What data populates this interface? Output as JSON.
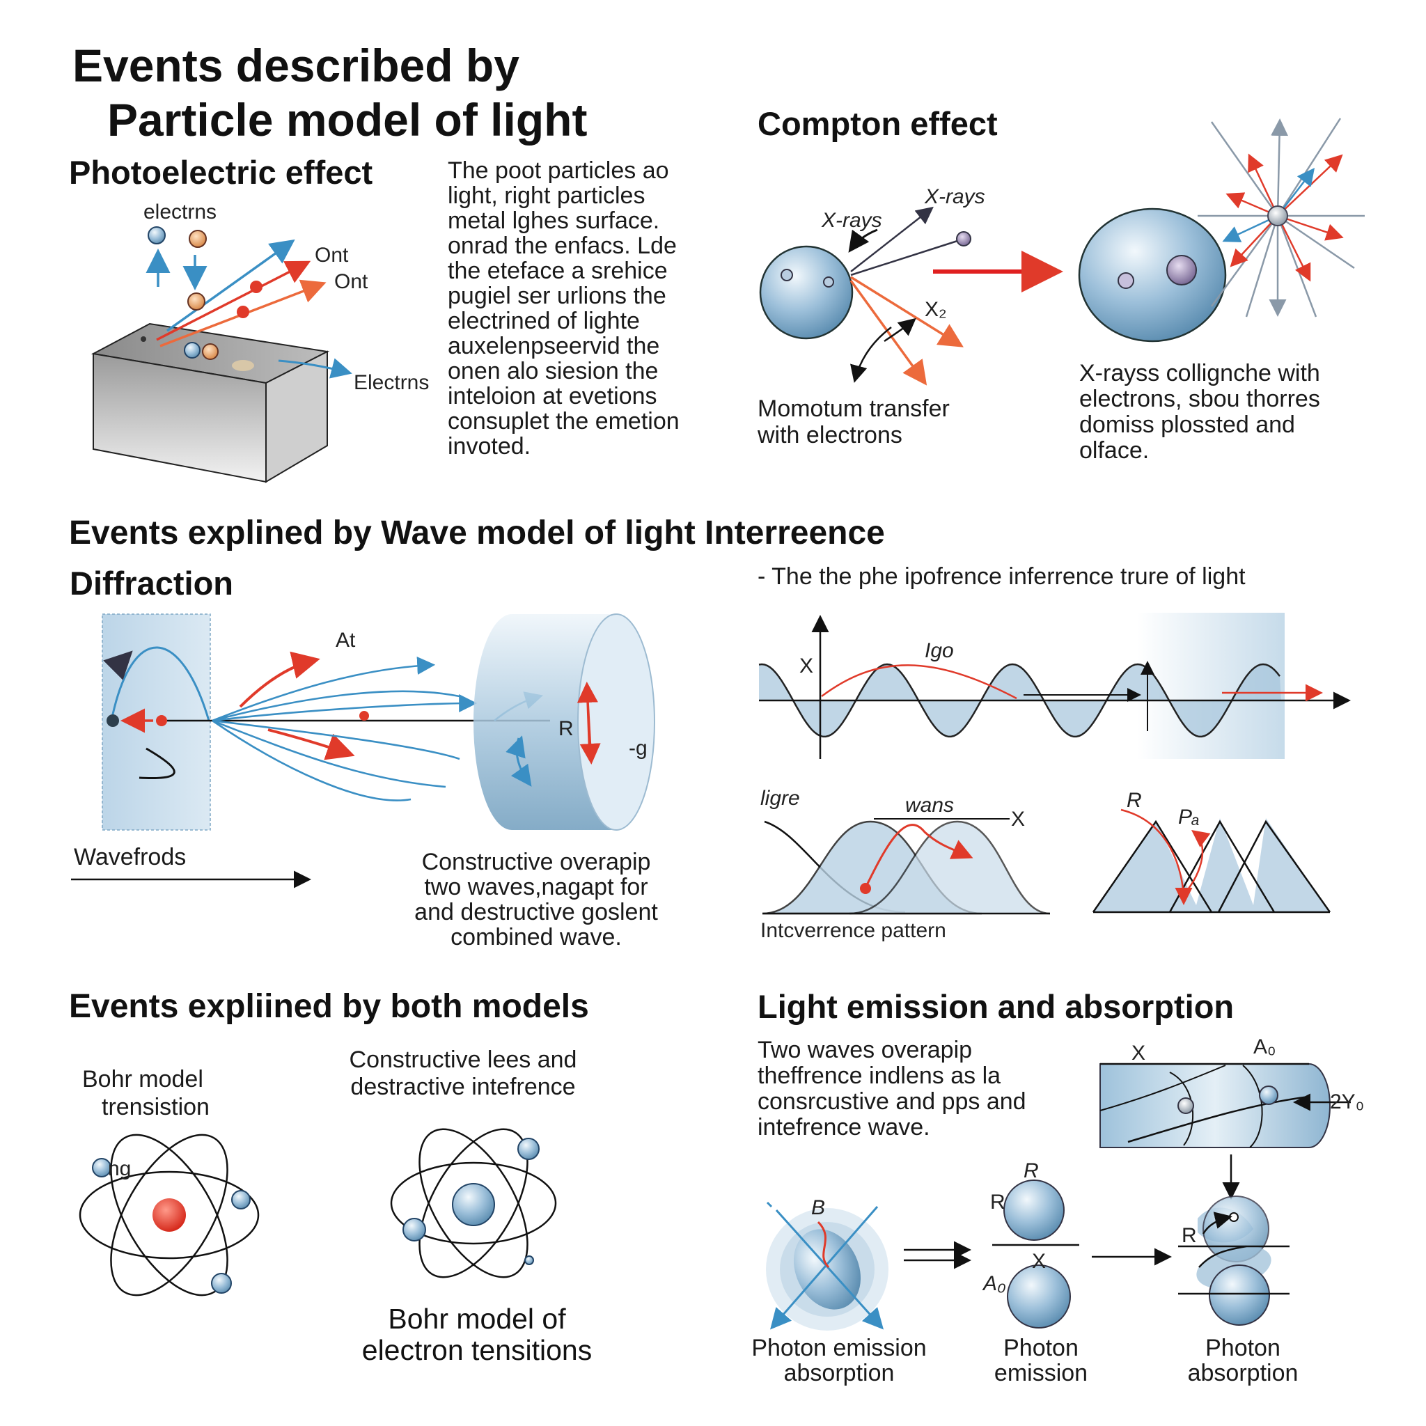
{
  "title": {
    "line1": "Events described by",
    "line2": "Particle model of light"
  },
  "photoelectric": {
    "heading": "Photoelectric effect",
    "label_top": "electrns",
    "label_ray1": "Ont",
    "label_ray2": "Ont",
    "label_side": "Electrns",
    "paragraph": [
      "The poot particles ao",
      "light, right particles",
      "metal lghes surface.",
      "onrad the enfacs. Lde",
      "the eteface a srehice",
      "pugiel ser urlions the",
      "electrined of lighte",
      "auxelenpseervid the",
      "onen alo siesion the",
      "inteloion at evetions",
      "consuplet the emetion",
      "invoted."
    ]
  },
  "compton": {
    "heading": "Compton effect",
    "label_xrays_left": "X-rays",
    "label_xrays_right": "X-rays",
    "label_x2": "X₂",
    "caption_left": [
      "Momotum transfer",
      "with electrons"
    ],
    "caption_right": [
      "X-rayss collignche with",
      "electrons, sbou thorres",
      "domiss plossted and",
      "olface."
    ]
  },
  "wave_section": {
    "heading": "Events explined by Wave model of light Interreence",
    "diffraction": {
      "heading": "Diffraction",
      "label_a": "At",
      "label_r": "R",
      "label_g": "-g",
      "label_wavefronts": "Wavefrods",
      "caption": [
        "Constructive overapip",
        "two waves,nagapt for",
        "and destructive goslent",
        "combined wave."
      ]
    },
    "interference": {
      "subtitle": "- The the phe ipofrence inferrence trure of light",
      "label_x": "X",
      "label_igo": "Igo",
      "label_ligre": "ligre",
      "label_wans": "wans",
      "label_x2": "X",
      "label_r": "R",
      "label_pa": "Pₐ",
      "caption": "Intcverrence pattern"
    }
  },
  "both_section": {
    "heading": "Events expliined by both models",
    "bohr_label": [
      "Bohr model",
      "trensistion"
    ],
    "label_ng": "ng",
    "constructive_label": [
      "Constructive lees and",
      "destractive intefrence"
    ],
    "bohr_caption": [
      "Bohr model of",
      "electron tensitions"
    ]
  },
  "emission_section": {
    "heading": "Light emission and absorption",
    "text": [
      "Two waves overapip",
      "theffrence indlens as la",
      "consrcustive and pps and",
      "intefrence wave."
    ],
    "label_x": "X",
    "label_a0": "A₀",
    "label_2y": "2Y₀",
    "label_b": "B",
    "label_r1": "R",
    "label_r2": "R",
    "label_x2": "X",
    "label_a02": "A₀",
    "label_r3": "R",
    "caption_1": [
      "Photon emission",
      "absorption"
    ],
    "caption_2": [
      "Photon",
      "emission"
    ],
    "caption_3": [
      "Photon",
      "absorption"
    ]
  },
  "colors": {
    "text": "#111111",
    "blue_arrow": "#3a8fc4",
    "red_arrow": "#e03a2a",
    "orange_arrow": "#ec6a3c",
    "sphere_blue": "#7aa8c8",
    "panel_blue": "#c6dbea"
  }
}
